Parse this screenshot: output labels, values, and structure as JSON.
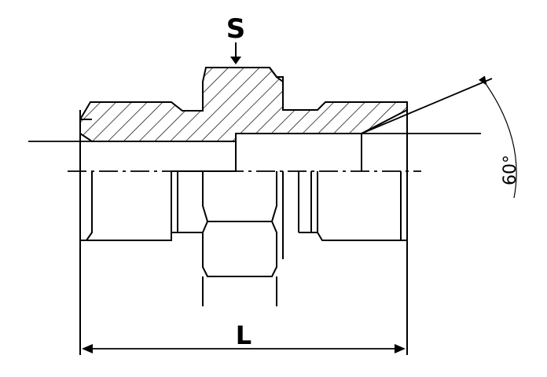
{
  "labels": {
    "width_across_flats": "S",
    "length": "L",
    "cone_angle": "60°"
  },
  "colors": {
    "ink": "#000000",
    "background": "#ffffff"
  }
}
